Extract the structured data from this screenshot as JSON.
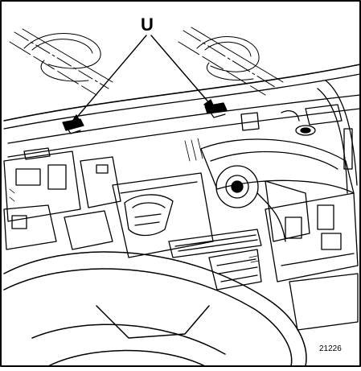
{
  "diagram": {
    "callout_label": "U",
    "figure_number": "21226",
    "colors": {
      "line": "#000000",
      "background": "#ffffff"
    },
    "depicts": [
      "windscreen",
      "dashboard",
      "windscreen-fixing-clips",
      "air-vents",
      "steering-wheel"
    ]
  }
}
